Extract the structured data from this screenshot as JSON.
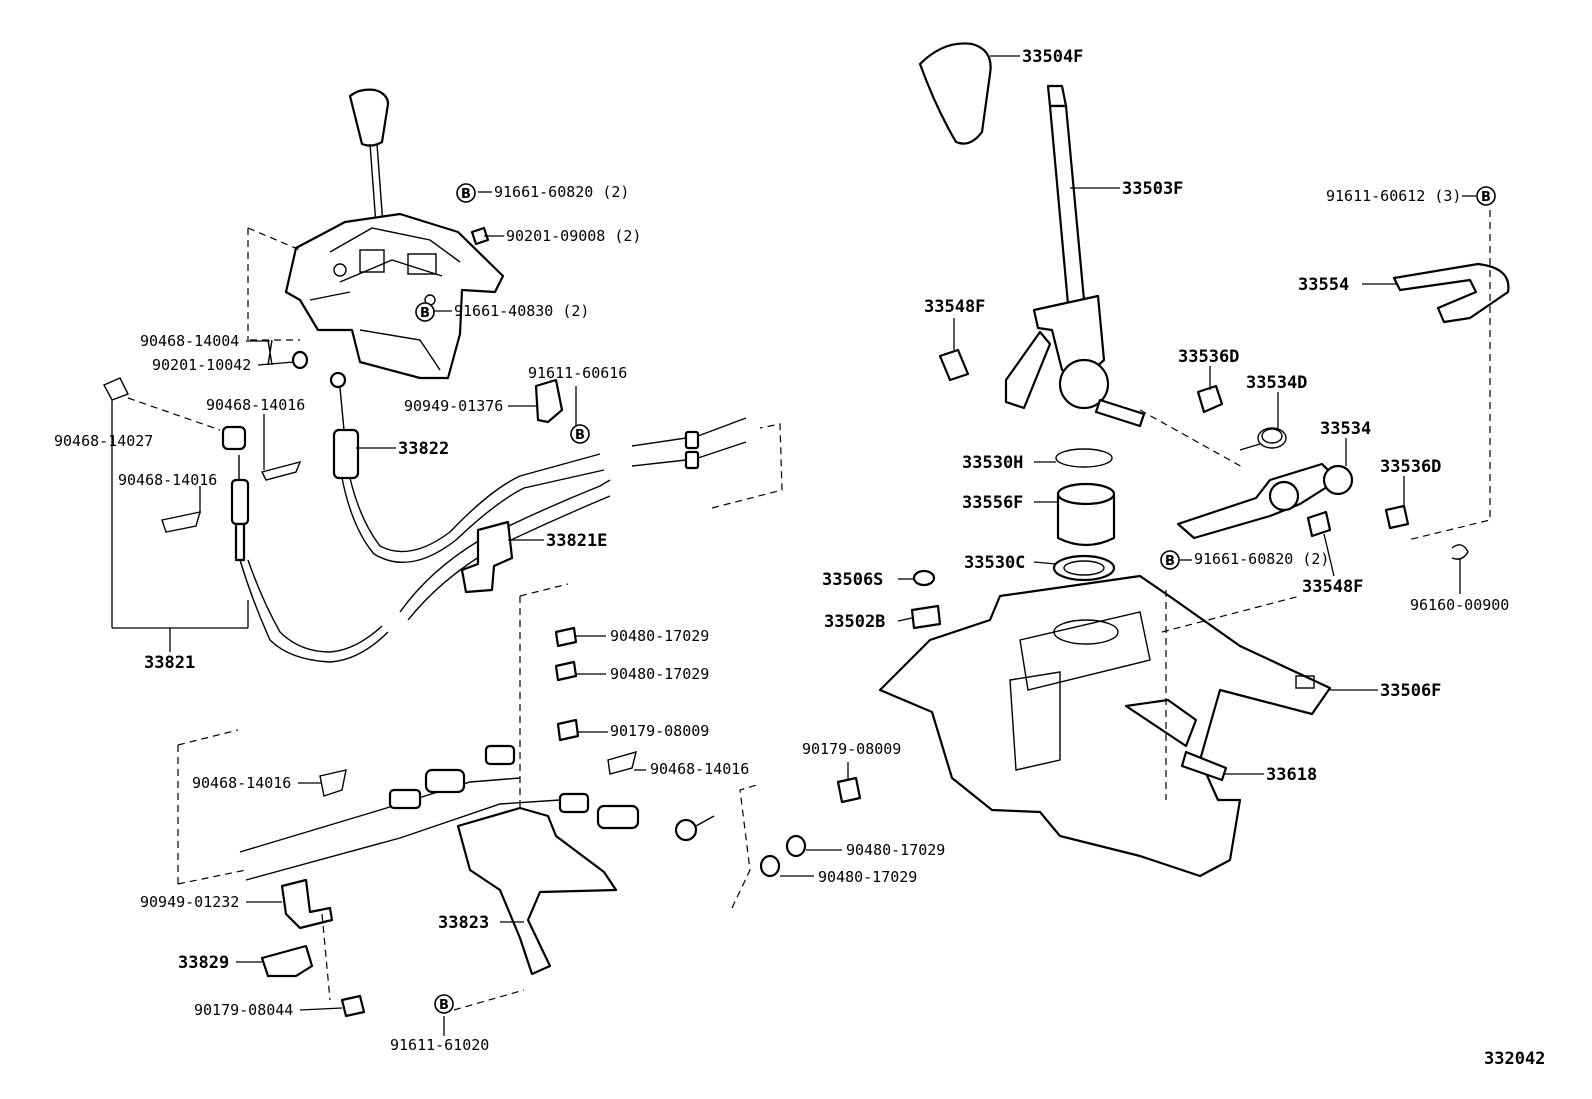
{
  "bolt_marker": "B",
  "diagram_id": "332042",
  "left_labels": {
    "p91661_60820": "91661-60820 (2)",
    "p90201_09008": "90201-09008 (2)",
    "p91661_40830": "91661-40830 (2)",
    "p90468_14004": "90468-14004",
    "p90201_10042": "90201-10042",
    "p90468_14027": "90468-14027",
    "p90468_14016_a": "90468-14016",
    "p90468_14016_b": "90468-14016",
    "p91611_60616": "91611-60616",
    "p90949_01376": "90949-01376",
    "p33822": "33822",
    "p33821E": "33821E",
    "p33821": "33821",
    "p90480_17029_a": "90480-17029",
    "p90480_17029_b": "90480-17029",
    "p90179_08009_a": "90179-08009",
    "p90468_14016_c": "90468-14016",
    "p90468_14016_d": "90468-14016",
    "p90949_01232": "90949-01232",
    "p33823": "33823",
    "p33829": "33829",
    "p90179_08044": "90179-08044",
    "p91611_61020": "91611-61020",
    "p90179_08009_b": "90179-08009",
    "p90480_17029_c": "90480-17029",
    "p90480_17029_d": "90480-17029"
  },
  "right_labels": {
    "p33504F": "33504F",
    "p33503F": "33503F",
    "p91611_60612": "91611-60612 (3)",
    "p33554": "33554",
    "p33548F_a": "33548F",
    "p33536D_a": "33536D",
    "p33534D": "33534D",
    "p33534": "33534",
    "p33530H": "33530H",
    "p33536D_b": "33536D",
    "p33556F": "33556F",
    "p91661_60820_r": "91661-60820 (2)",
    "p33548F_b": "33548F",
    "p33530C": "33530C",
    "p33506S": "33506S",
    "p96160_00900": "96160-00900",
    "p33502B": "33502B",
    "p33506F": "33506F",
    "p33618": "33618"
  }
}
